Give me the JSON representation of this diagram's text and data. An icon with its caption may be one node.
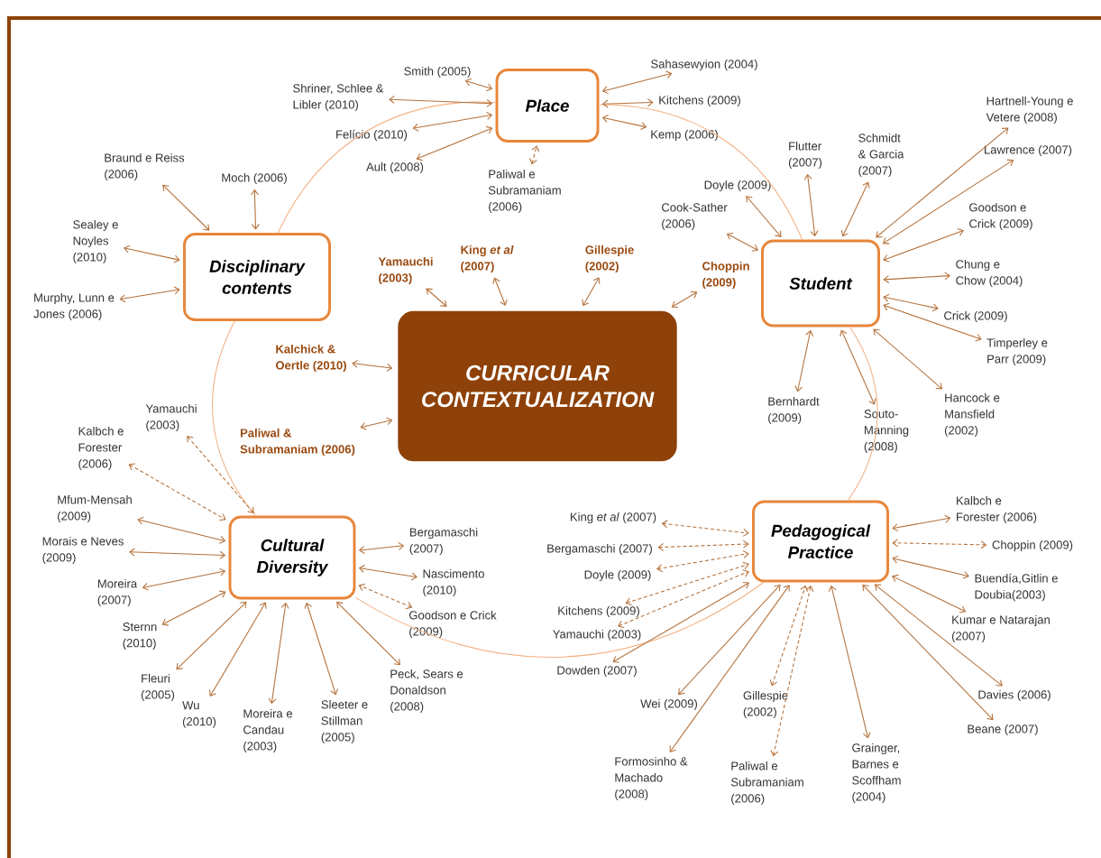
{
  "diagram": {
    "nodes": [
      {
        "text": [
          "CURRICULAR CONTEXTUALIZATION"
        ]
      },
      {
        "text": [
          "Place"
        ]
      },
      {
        "text": [
          "Disciplinary contents"
        ]
      },
      {
        "text": [
          "Student"
        ]
      },
      {
        "text": [
          "Cultural Diversity"
        ]
      },
      {
        "text": [
          "Pedagogical Practice"
        ]
      },
      {
        "text": [
          "Smith (2005)"
        ]
      },
      {
        "text": [
          "Shriner, Schlee & Libler (2010)"
        ]
      },
      {
        "text": [
          "Felício (2010)"
        ]
      },
      {
        "text": [
          "Ault (2008)"
        ]
      },
      {
        "text": [
          "Paliwal e Subramaniam (2006)"
        ]
      },
      {
        "text": [
          "Sahasewyion (2004)"
        ]
      },
      {
        "text": [
          "Kitchens (2009)"
        ]
      },
      {
        "text": [
          "Kemp (2006)"
        ]
      },
      {
        "text": [
          "Braund e Reiss (2006)"
        ]
      },
      {
        "text": [
          "Moch (2006)"
        ]
      },
      {
        "text": [
          "Sealey e Noyles (2010)"
        ]
      },
      {
        "text": [
          "Murphy, Lunn e Jones (2006)"
        ]
      },
      {
        "text": [
          "Yamauchi (2003)"
        ]
      },
      {
        "text": [
          "King *et al* (2007)"
        ]
      },
      {
        "text": [
          "Gillespie (2002)"
        ]
      },
      {
        "text": [
          "Choppin (2009)"
        ]
      },
      {
        "text": [
          "Kalchick & Oertle (2010)"
        ]
      },
      {
        "text": [
          "Paliwal & Subramaniam (2006)"
        ]
      },
      {
        "text": [
          "Doyle (2009)"
        ]
      },
      {
        "text": [
          "Cook-Sather (2006)"
        ]
      },
      {
        "text": [
          "Flutter (2007)"
        ]
      },
      {
        "text": [
          "Schmidt & Garcia (2007)"
        ]
      },
      {
        "text": [
          "Hartnell-Young e Vetere (2008)"
        ]
      },
      {
        "text": [
          "Lawrence (2007)"
        ]
      },
      {
        "text": [
          "Goodson e Crick (2009)"
        ]
      },
      {
        "text": [
          "Chung e Chow (2004)"
        ]
      },
      {
        "text": [
          "Crick (2009)"
        ]
      },
      {
        "text": [
          "Timperley e Parr (2009)"
        ]
      },
      {
        "text": [
          "Hancock e Mansfield (2002)"
        ]
      },
      {
        "text": [
          "Bernhardt (2009)"
        ]
      },
      {
        "text": [
          "Souto-Manning (2008)"
        ]
      },
      {
        "text": [
          "Yamauchi (2003)"
        ]
      },
      {
        "text": [
          "Kalbch e Forester (2006)"
        ]
      },
      {
        "text": [
          "Mfum-Mensah (2009)"
        ]
      },
      {
        "text": [
          "Morais e Neves (2009)"
        ]
      },
      {
        "text": [
          "Moreira (2007)"
        ]
      },
      {
        "text": [
          "Sternn (2010)"
        ]
      },
      {
        "text": [
          "Fleuri (2005)"
        ]
      },
      {
        "text": [
          "Wu (2010)"
        ]
      },
      {
        "text": [
          "Moreira e Candau (2003)"
        ]
      },
      {
        "text": [
          "Sleeter e Stillman (2005)"
        ]
      },
      {
        "text": [
          "Peck, Sears e Donaldson (2008)"
        ]
      },
      {
        "text": [
          "Bergamaschi (2007)"
        ]
      },
      {
        "text": [
          "Nascimento (2010)"
        ]
      },
      {
        "text": [
          "Goodson e Crick (2009)"
        ]
      },
      {
        "text": [
          "King *et al* (2007)"
        ]
      },
      {
        "text": [
          "Bergamaschi (2007)"
        ]
      },
      {
        "text": [
          "Doyle (2009)"
        ]
      },
      {
        "text": [
          "Kitchens (2009)"
        ]
      },
      {
        "text": [
          "Yamauchi (2003)"
        ]
      },
      {
        "text": [
          "Dowden (2007)"
        ]
      },
      {
        "text": [
          "Wei (2009)"
        ]
      },
      {
        "text": [
          "Formosinho & Machado (2008)"
        ]
      },
      {
        "text": [
          "Gillespie (2002)"
        ]
      },
      {
        "text": [
          "Paliwal e Subramaniam (2006)"
        ]
      },
      {
        "text": [
          "Grainger, Barnes e Scoffham (2004)"
        ]
      },
      {
        "text": [
          "Beane (2007)"
        ]
      },
      {
        "text": [
          "Davies (2006)"
        ]
      },
      {
        "text": [
          "Kumar e Natarajan (2007)"
        ]
      },
      {
        "text": [
          "Buendía,Gitlin e Doubia(2003)"
        ]
      },
      {
        "text": [
          "Choppin (2009)"
        ]
      },
      {
        "text": [
          "Kalbch e Forester (2006)"
        ]
      }
    ],
    "edges": [
      {
        "from": 1,
        "to": 3,
        "arrow": "none",
        "color": "#f4b183"
      },
      {
        "from": 3,
        "to": 5,
        "arrow": "none",
        "color": "#f4b183"
      },
      {
        "from": 5,
        "to": 4,
        "arrow": "none",
        "color": "#f4b183"
      },
      {
        "from": 4,
        "to": 2,
        "arrow": "none",
        "color": "#f4b183"
      },
      {
        "from": 2,
        "to": 1,
        "arrow": "none",
        "color": "#f4b183"
      },
      {
        "from": 6,
        "to": 1,
        "arrow": "both"
      },
      {
        "from": 7,
        "to": 1,
        "arrow": "both"
      },
      {
        "from": 8,
        "to": 1,
        "arrow": "both"
      },
      {
        "from": 9,
        "to": 1,
        "arrow": "both"
      },
      {
        "from": 10,
        "to": 1,
        "arrow": "both",
        "style": "dashed"
      },
      {
        "from": 11,
        "to": 1,
        "arrow": "both"
      },
      {
        "from": 12,
        "to": 1,
        "arrow": "both"
      },
      {
        "from": 13,
        "to": 1,
        "arrow": "both"
      },
      {
        "from": 14,
        "to": 2,
        "arrow": "both"
      },
      {
        "from": 15,
        "to": 2,
        "arrow": "both"
      },
      {
        "from": 16,
        "to": 2,
        "arrow": "both"
      },
      {
        "from": 17,
        "to": 2,
        "arrow": "both"
      },
      {
        "from": 18,
        "to": 0,
        "arrow": "both"
      },
      {
        "from": 19,
        "to": 0,
        "arrow": "both"
      },
      {
        "from": 20,
        "to": 0,
        "arrow": "both"
      },
      {
        "from": 21,
        "to": 0,
        "arrow": "both"
      },
      {
        "from": 22,
        "to": 0,
        "arrow": "both"
      },
      {
        "from": 23,
        "to": 0,
        "arrow": "both"
      },
      {
        "from": 24,
        "to": 3,
        "arrow": "both"
      },
      {
        "from": 25,
        "to": 3,
        "arrow": "both"
      },
      {
        "from": 26,
        "to": 3,
        "arrow": "both"
      },
      {
        "from": 27,
        "to": 3,
        "arrow": "both"
      },
      {
        "from": 28,
        "to": 3,
        "arrow": "both"
      },
      {
        "from": 29,
        "to": 3,
        "arrow": "both"
      },
      {
        "from": 30,
        "to": 3,
        "arrow": "both"
      },
      {
        "from": 31,
        "to": 3,
        "arrow": "both"
      },
      {
        "from": 32,
        "to": 3,
        "arrow": "both"
      },
      {
        "from": 33,
        "to": 3,
        "arrow": "both"
      },
      {
        "from": 34,
        "to": 3,
        "arrow": "both"
      },
      {
        "from": 35,
        "to": 3,
        "arrow": "both"
      },
      {
        "from": 36,
        "to": 3,
        "arrow": "both"
      },
      {
        "from": 37,
        "to": 4,
        "arrow": "both",
        "style": "dashed"
      },
      {
        "from": 38,
        "to": 4,
        "arrow": "both",
        "style": "dashed"
      },
      {
        "from": 39,
        "to": 4,
        "arrow": "both"
      },
      {
        "from": 40,
        "to": 4,
        "arrow": "both"
      },
      {
        "from": 41,
        "to": 4,
        "arrow": "both"
      },
      {
        "from": 42,
        "to": 4,
        "arrow": "both"
      },
      {
        "from": 43,
        "to": 4,
        "arrow": "both"
      },
      {
        "from": 44,
        "to": 4,
        "arrow": "both"
      },
      {
        "from": 45,
        "to": 4,
        "arrow": "both"
      },
      {
        "from": 46,
        "to": 4,
        "arrow": "both"
      },
      {
        "from": 47,
        "to": 4,
        "arrow": "both"
      },
      {
        "from": 48,
        "to": 4,
        "arrow": "both"
      },
      {
        "from": 49,
        "to": 4,
        "arrow": "both"
      },
      {
        "from": 50,
        "to": 4,
        "arrow": "both",
        "style": "dashed"
      },
      {
        "from": 51,
        "to": 5,
        "arrow": "both",
        "style": "dashed"
      },
      {
        "from": 52,
        "to": 5,
        "arrow": "both",
        "style": "dashed"
      },
      {
        "from": 53,
        "to": 5,
        "arrow": "both",
        "style": "dashed"
      },
      {
        "from": 54,
        "to": 5,
        "arrow": "both",
        "style": "dashed"
      },
      {
        "from": 55,
        "to": 5,
        "arrow": "both",
        "style": "dashed"
      },
      {
        "from": 56,
        "to": 5,
        "arrow": "both"
      },
      {
        "from": 57,
        "to": 5,
        "arrow": "both"
      },
      {
        "from": 58,
        "to": 5,
        "arrow": "both"
      },
      {
        "from": 59,
        "to": 5,
        "arrow": "both",
        "style": "dashed"
      },
      {
        "from": 60,
        "to": 5,
        "arrow": "both",
        "style": "dashed"
      },
      {
        "from": 61,
        "to": 5,
        "arrow": "both"
      },
      {
        "from": 62,
        "to": 5,
        "arrow": "both"
      },
      {
        "from": 63,
        "to": 5,
        "arrow": "both"
      },
      {
        "from": 64,
        "to": 5,
        "arrow": "both"
      },
      {
        "from": 65,
        "to": 5,
        "arrow": "both"
      },
      {
        "from": 66,
        "to": 5,
        "arrow": "both",
        "style": "dashed"
      },
      {
        "from": 67,
        "to": 5,
        "arrow": "both"
      }
    ]
  }
}
